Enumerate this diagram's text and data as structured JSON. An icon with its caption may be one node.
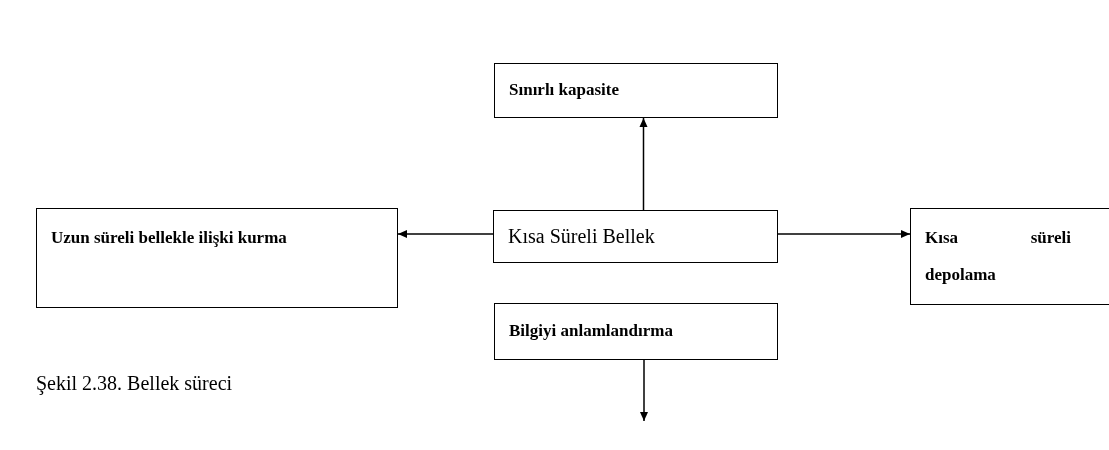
{
  "diagram": {
    "caption": "Şekil 2.38. Bellek süreci",
    "nodes": [
      {
        "text": [
          "Sınırlı kapasite"
        ]
      },
      {
        "text": [
          "Uzun süreli bellekle ilişki kurma"
        ]
      },
      {
        "text": [
          "Kısa Süreli Bellek"
        ]
      },
      {
        "text": [
          "Kısa süreli depolama"
        ]
      },
      {
        "text": [
          "Bilgiyi anlamlandırma"
        ]
      }
    ],
    "edges": [
      {
        "from": 2,
        "to": 0,
        "arrow": "to"
      },
      {
        "from": 2,
        "to": 1,
        "arrow": "to"
      },
      {
        "from": 2,
        "to": 3,
        "arrow": "to"
      },
      {
        "from": 4,
        "to": null,
        "arrow": "to"
      }
    ]
  }
}
